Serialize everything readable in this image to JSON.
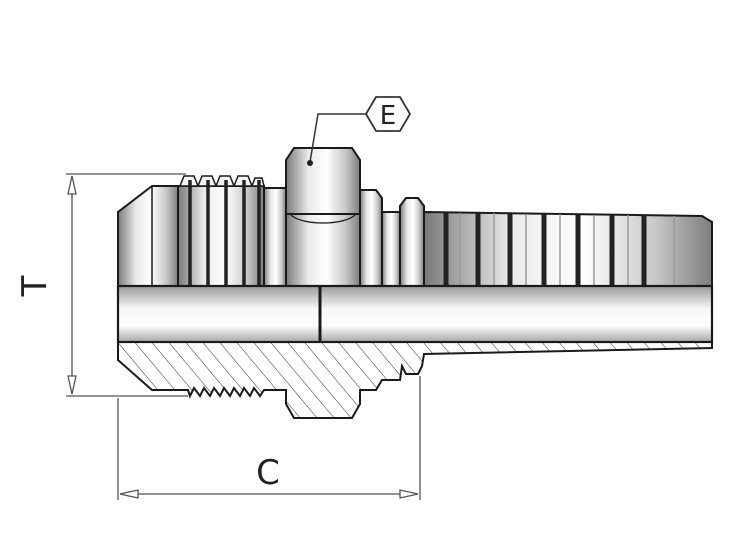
{
  "labels": {
    "dimension_t": "T",
    "dimension_c": "C",
    "callout_e": "E"
  },
  "colors": {
    "outline": "#1a1a1a",
    "metal_light": "#f4f4f4",
    "metal_mid": "#cfcfcf",
    "metal_dark": "#8c8c8c",
    "dimension_line": "#555555"
  }
}
